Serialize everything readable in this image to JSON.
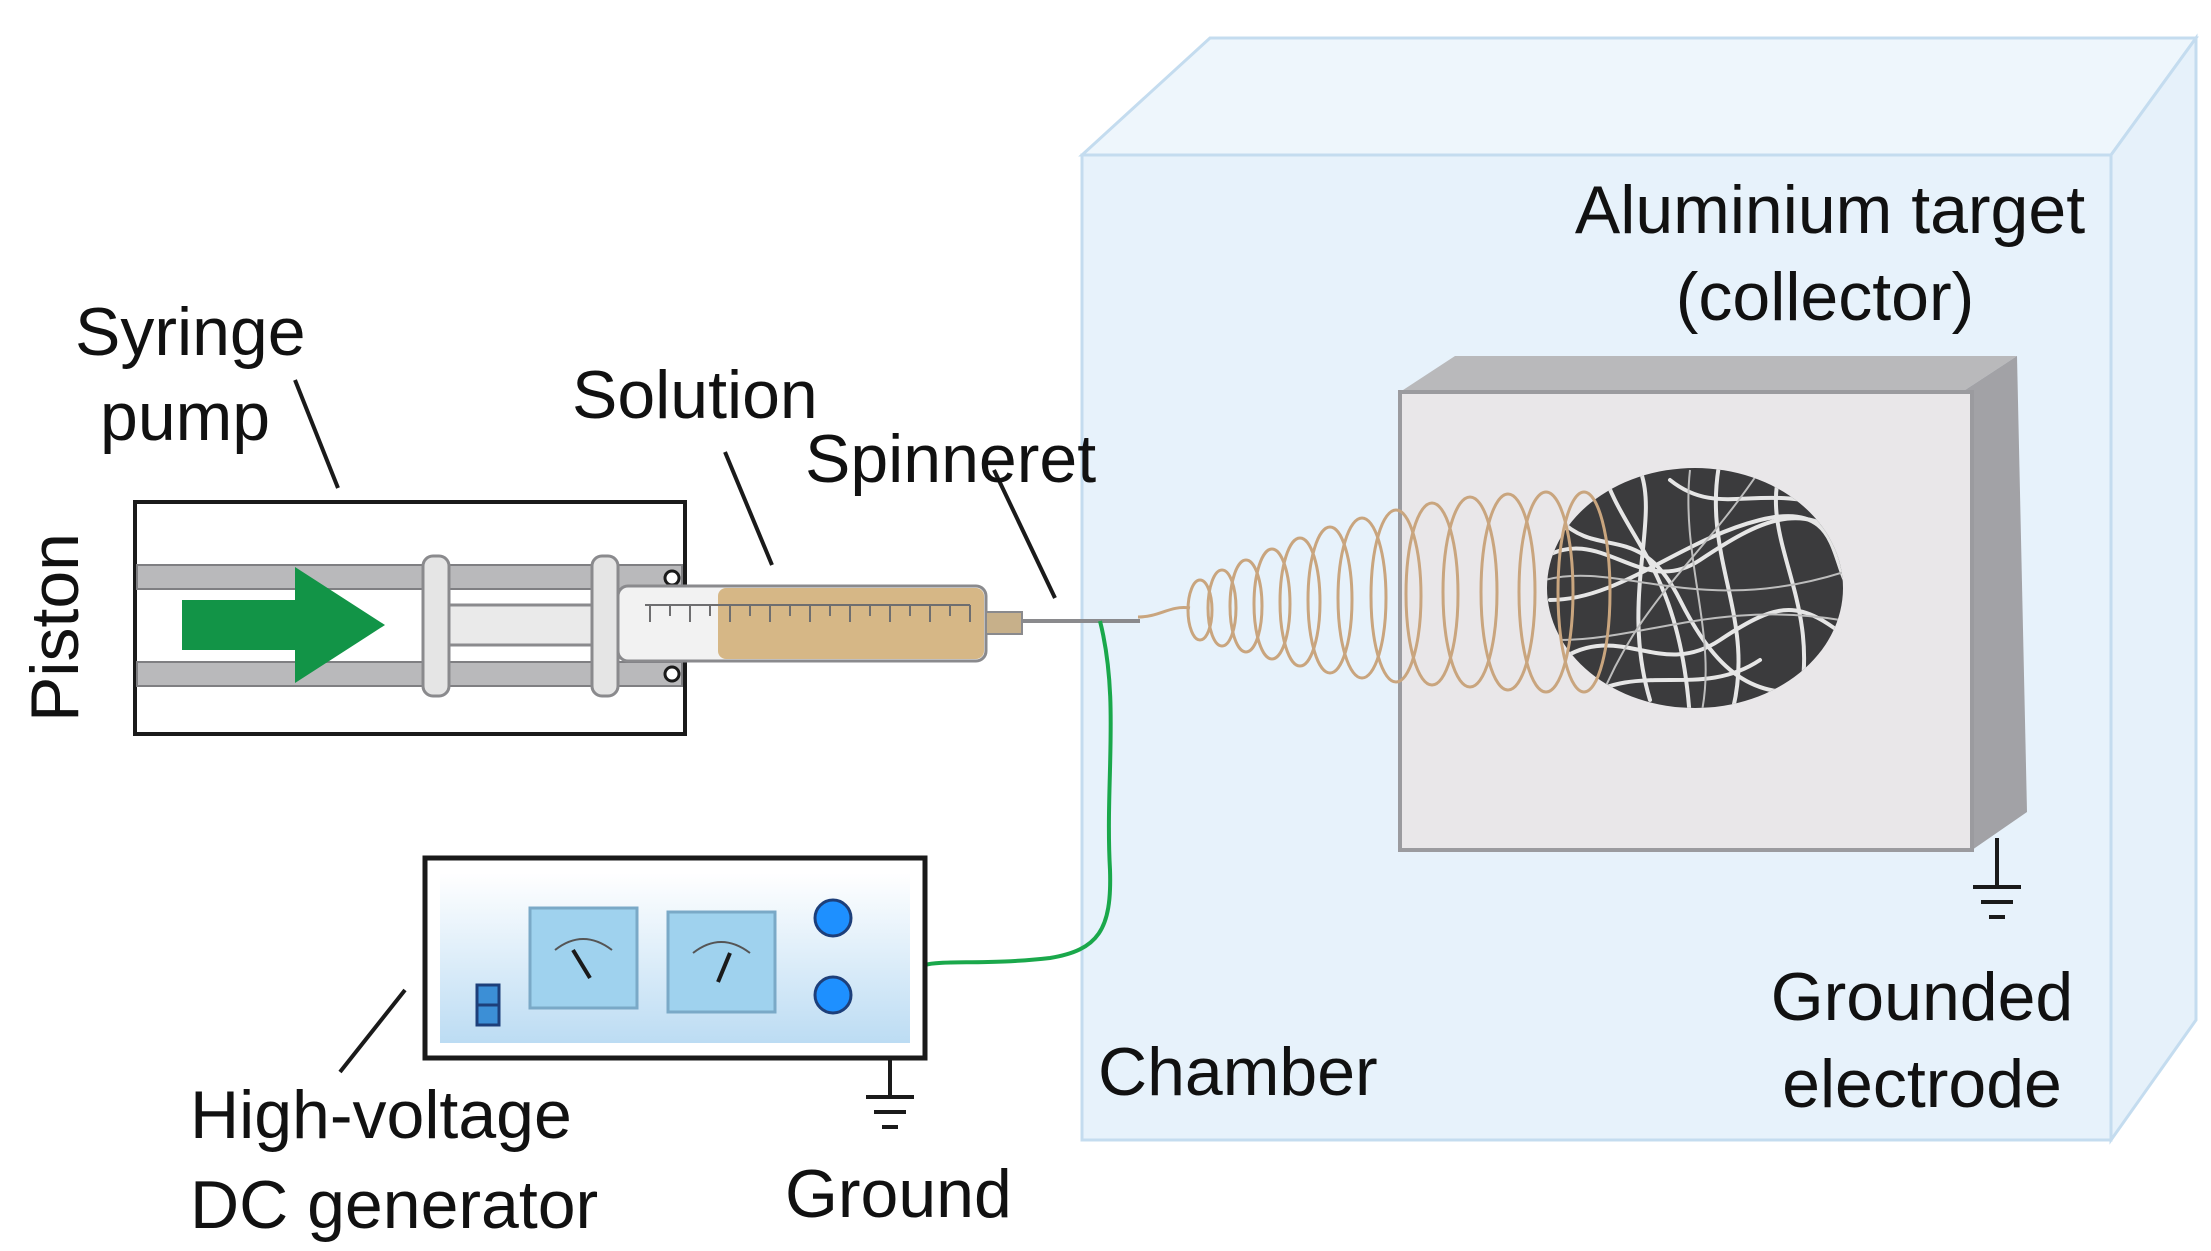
{
  "labels": {
    "syringe_pump_line1": "Syringe",
    "syringe_pump_line2": "pump",
    "solution": "Solution",
    "spinneret": "Spinneret",
    "piston": "Piston",
    "target_line1": "Aluminium target",
    "target_line2": "(collector)",
    "generator_line1": "High-voltage",
    "generator_line2": "DC generator",
    "ground": "Ground",
    "chamber": "Chamber",
    "electrode_line1": "Grounded",
    "electrode_line2": "electrode"
  },
  "colors": {
    "arrow": "#129447",
    "solution": "#d6b786",
    "wire": "#1aa84b",
    "chamber": "#e3f0fa",
    "generator_panel": "#cfe7f8",
    "meter": "#9fd2ee",
    "knob": "#1e90ff",
    "fiber": "#c9a57e"
  },
  "icons": [
    "flow-arrow-icon",
    "ground-symbol-icon",
    "meter-dial-icon",
    "switch-icon",
    "knob-icon"
  ]
}
